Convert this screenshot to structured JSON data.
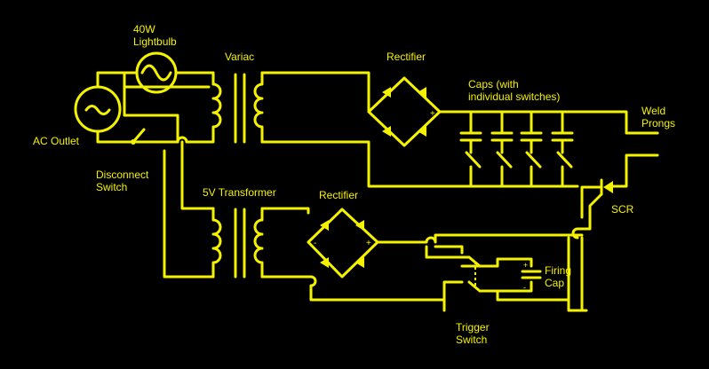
{
  "colors": {
    "background": "#000000",
    "wire": "#f5f200"
  },
  "labels": {
    "lightbulb": [
      "40W",
      "Lightbulb"
    ],
    "variac": "Variac",
    "rectifier_top": "Rectifier",
    "caps": [
      "Caps (with",
      "individual switches)"
    ],
    "weld_prongs": [
      "Weld",
      "Prongs"
    ],
    "ac_outlet": "AC Outlet",
    "disconnect_switch": [
      "Disconnect",
      "Switch"
    ],
    "transformer_5v": "5V Transformer",
    "rectifier_bottom": "Rectifier",
    "scr": "SCR",
    "firing_cap": [
      "Firing",
      "Cap"
    ],
    "trigger_switch": [
      "Trigger",
      "Switch"
    ]
  },
  "symbols": {
    "plus": "+",
    "minus": "-"
  }
}
